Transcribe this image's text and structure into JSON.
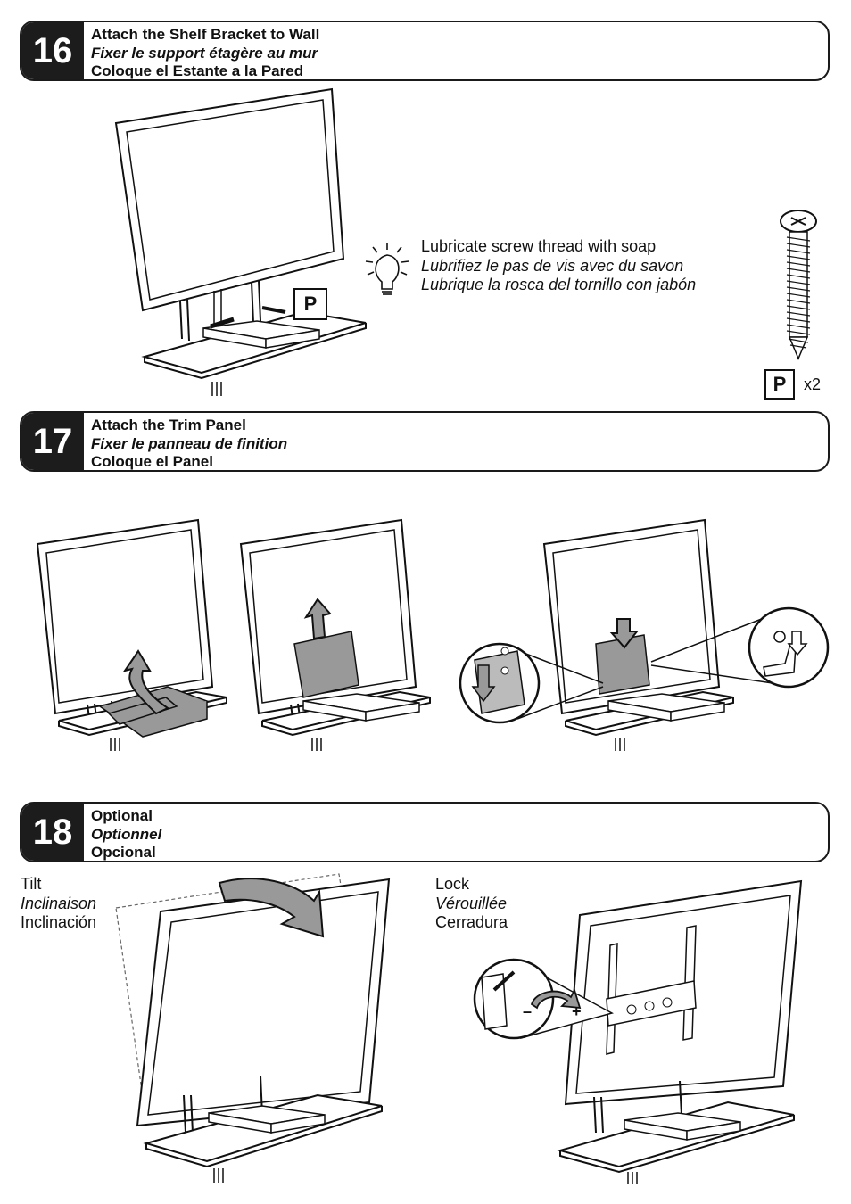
{
  "steps": [
    {
      "number": "16",
      "title_en": "Attach the Shelf Bracket to Wall",
      "title_fr": "Fixer le support étagère au mur",
      "title_es": "Coloque el Estante a la Pared"
    },
    {
      "number": "17",
      "title_en": "Attach the Trim Panel",
      "title_fr": "Fixer le panneau de finition",
      "title_es": "Coloque el Panel"
    },
    {
      "number": "18",
      "title_en": "Optional",
      "title_fr": "Optionnel",
      "title_es": "Opcional"
    }
  ],
  "tip": {
    "line_en": "Lubricate screw thread with soap",
    "line_fr": "Lubrifiez le pas de vis avec du savon",
    "line_es": "Lubrique la rosca del  tornillo con jabón",
    "icon": "lightbulb-icon"
  },
  "hardware": {
    "part_label": "P",
    "quantity": "x2",
    "icon": "screw-icon"
  },
  "tilt": {
    "line_en": "Tilt",
    "line_fr": "Inclinaison",
    "line_es": "Inclinación"
  },
  "lock": {
    "line_en": "Lock",
    "line_fr": "Vérouillée",
    "line_es": "Cerradura",
    "minus": "–",
    "plus": "+"
  }
}
